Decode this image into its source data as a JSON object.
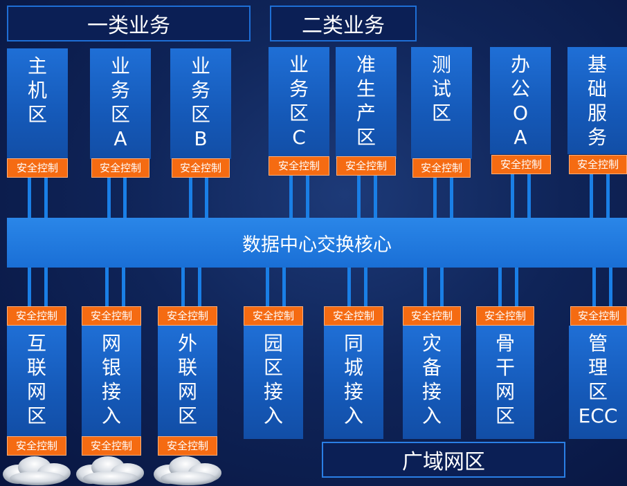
{
  "headers": {
    "type1": "一类业务",
    "type2": "二类业务"
  },
  "top_zones": [
    {
      "chars": [
        "主",
        "机",
        "区"
      ]
    },
    {
      "chars": [
        "业",
        "务",
        "区",
        "A"
      ]
    },
    {
      "chars": [
        "业",
        "务",
        "区",
        "B"
      ]
    },
    {
      "chars": [
        "业",
        "务",
        "区",
        "C"
      ]
    },
    {
      "chars": [
        "准",
        "生",
        "产",
        "区"
      ]
    },
    {
      "chars": [
        "测",
        "试",
        "区"
      ]
    },
    {
      "chars": [
        "办",
        "公",
        "O",
        "A"
      ]
    },
    {
      "chars": [
        "基",
        "础",
        "服",
        "务"
      ]
    }
  ],
  "core_label": "数据中心交换核心",
  "bottom_zones": [
    {
      "chars": [
        "互",
        "联",
        "网",
        "区"
      ]
    },
    {
      "chars": [
        "网",
        "银",
        "接",
        "入"
      ]
    },
    {
      "chars": [
        "外",
        "联",
        "网",
        "区"
      ]
    },
    {
      "chars": [
        "园",
        "区",
        "接",
        "入"
      ]
    },
    {
      "chars": [
        "同",
        "城",
        "接",
        "入"
      ]
    },
    {
      "chars": [
        "灾",
        "备",
        "接",
        "入"
      ]
    },
    {
      "chars": [
        "骨",
        "干",
        "网",
        "区"
      ]
    },
    {
      "chars": [
        "管",
        "理",
        "区",
        "ECC"
      ]
    }
  ],
  "security_label": "安全控制",
  "wan_label": "广域网区",
  "colors": {
    "zone_blue": "#1559b8",
    "security_orange": "#f56b12",
    "background": "#0f2458"
  }
}
